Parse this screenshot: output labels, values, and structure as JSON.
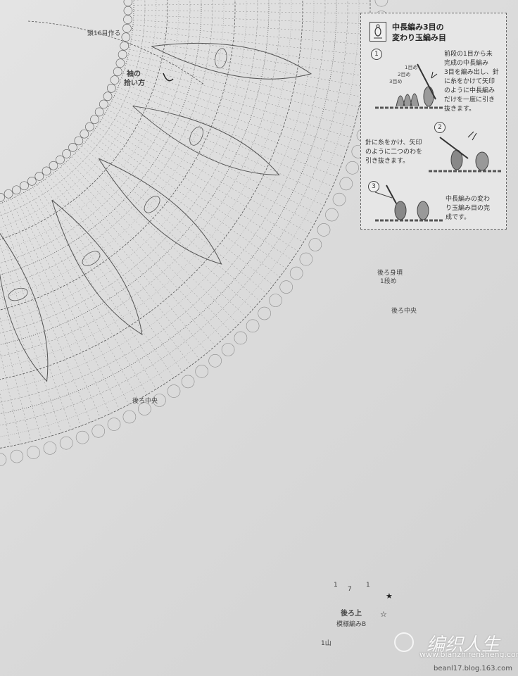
{
  "labels": {
    "row16": "鎖16目作る",
    "sleeve_pickup_1": "袖の",
    "sleeve_pickup_2": "拾い方",
    "body_row1_1": "後ろ身頃",
    "body_row1_2": "1段め",
    "center_back_right": "後ろ中央",
    "center_back_left": "後ろ中央",
    "back_top": "後ろ上",
    "pattern_b": "模様編みB",
    "mountain": "1山",
    "count_1": "1",
    "count_7": "7",
    "count_1b": "1"
  },
  "inset": {
    "title_1": "中長編み3目の",
    "title_2": "変わり玉編み目",
    "step1_num": "1",
    "step1_text": "前段の1目から未\n完成の中長編み\n3目を編み出し、針\nに糸をかけて矢印\nのように中長編み\nだけを一度に引き\n抜きます。",
    "step1_l1": "1目め",
    "step1_l2": "2目め",
    "step1_l3": "3目め",
    "step2_num": "2",
    "step2_text": "針に糸をかけ、矢印\nのように二つのわを\n引き抜きます。",
    "step3_num": "3",
    "step3_text": "中長編みの変わ\nり玉編み目の完\n成です。"
  },
  "watermark": {
    "brand": "编织人生",
    "site": "www.bianzhirensheng.com",
    "url": "beanl17.blog.163.com"
  },
  "colors": {
    "line": "#555555",
    "line_light": "#8a8a8a"
  }
}
